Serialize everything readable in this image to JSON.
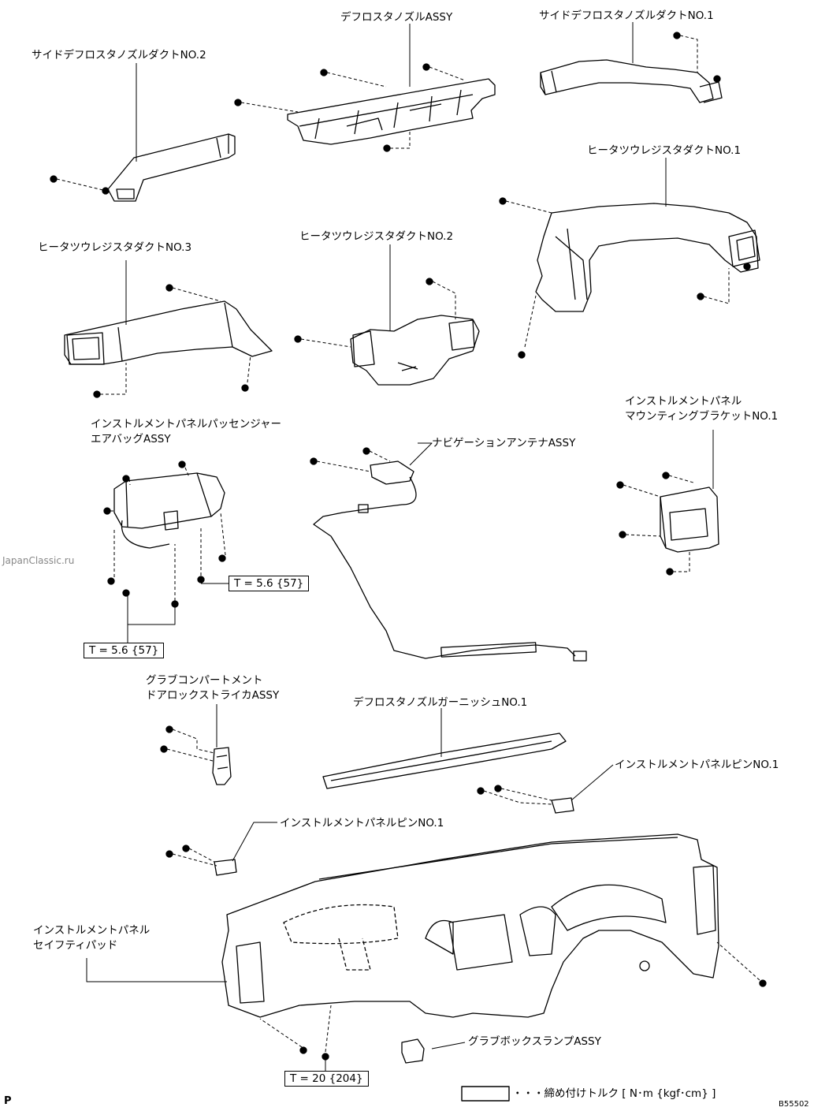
{
  "labels": {
    "defroster_nozzle": "デフロスタノズルASSY",
    "side_defroster_duct_no1": "サイドデフロスタノズルダクトNO.1",
    "side_defroster_duct_no2": "サイドデフロスタノズルダクトNO.2",
    "heater_register_duct_no1": "ヒータツウレジスタダクトNO.1",
    "heater_register_duct_no3": "ヒータツウレジスタダクトNO.3",
    "heater_register_duct_no2": "ヒータツウレジスタダクトNO.2",
    "passenger_airbag_line1": "インストルメントパネルパッセンジャー",
    "passenger_airbag_line2": "エアバッグASSY",
    "navi_antenna": "ナビゲーションアンテナASSY",
    "mounting_bracket_line1": "インストルメントパネル",
    "mounting_bracket_line2": "マウンティングブラケットNO.1",
    "glove_striker_line1": "グラブコンパートメント",
    "glove_striker_line2": "ドアロックストライカASSY",
    "defroster_garnish": "デフロスタノズルガーニッシュNO.1",
    "panel_pin_right": "インストルメントパネルピンNO.1",
    "panel_pin_left": "インストルメントパネルピンNO.1",
    "safety_pad_line1": "インストルメントパネル",
    "safety_pad_line2": "セイフティパッド",
    "glove_lamp": "グラブボックスランプASSY"
  },
  "torque": {
    "airbag_right": "T = 5.6 {57}",
    "airbag_left": "T = 5.6 {57}",
    "safety_pad": "T = 20 {204}"
  },
  "legend": {
    "text": "・・・締め付けトルク [ N･m {kgf･cm} ]"
  },
  "watermark": "JapanClassic.ru",
  "figure_code": "B55502",
  "page_mark": "P"
}
